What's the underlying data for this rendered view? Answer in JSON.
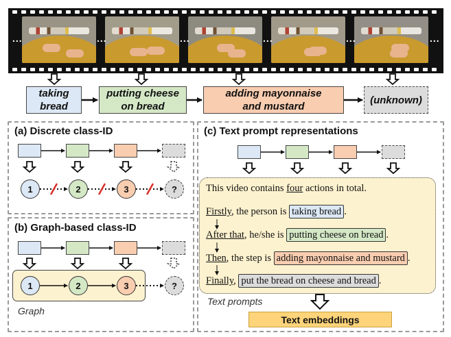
{
  "film_strip": {
    "separator": "...",
    "frame_count": 5
  },
  "actions": [
    {
      "label_line1": "taking",
      "label_line2": "bread",
      "color": "#dce8f5"
    },
    {
      "label_line1": "putting cheese",
      "label_line2": "on bread",
      "color": "#d4e8c6"
    },
    {
      "label_line1": "adding mayonnaise",
      "label_line2": "and mustard",
      "color": "#f9cdb0"
    },
    {
      "label_line1": "(unknown)",
      "label_line2": "",
      "color": "#dcdcdc"
    }
  ],
  "panel_a": {
    "title": "(a) Discrete class-ID",
    "nodes": [
      "1",
      "2",
      "3",
      "?"
    ]
  },
  "panel_b": {
    "title": "(b) Graph-based class-ID",
    "nodes": [
      "1",
      "2",
      "3",
      "?"
    ],
    "graph_label": "Graph"
  },
  "panel_c": {
    "title": "(c) Text prompt representations",
    "intro_pre": "This video contains ",
    "intro_count": "four",
    "intro_post": " actions in total.",
    "lines": [
      {
        "connector": "Firstly",
        "middle": ", the person is ",
        "action": "taking bread",
        "end": "."
      },
      {
        "connector": "After that",
        "middle": ", he/she is ",
        "action": "putting cheese on bread",
        "end": "."
      },
      {
        "connector": "Then",
        "middle": ", the step is ",
        "action": "adding mayonnaise and mustard",
        "end": "."
      },
      {
        "connector": "Finally",
        "middle": ", ",
        "action": "put the bread on cheese and bread",
        "end": "."
      }
    ],
    "prompts_label": "Text prompts",
    "embeddings_label": "Text embeddings"
  },
  "colors": {
    "blue": "#dce8f5",
    "green": "#d4e8c6",
    "orange": "#f9cdb0",
    "gray": "#dcdcdc",
    "graph_bg": "#fdf2cf",
    "embedding_bg": "#fdd47a",
    "slash": "#d9302a"
  }
}
